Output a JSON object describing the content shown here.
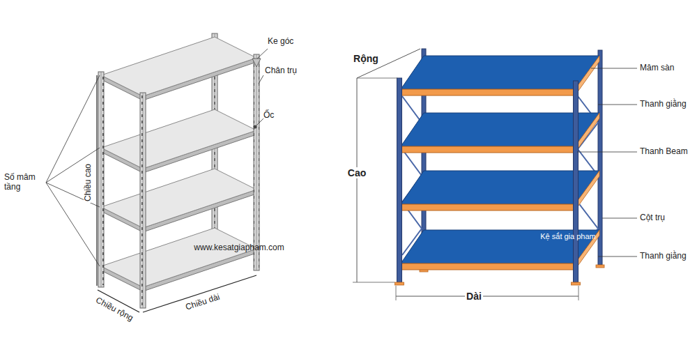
{
  "diagram": {
    "labels": [
      "Ke góc",
      "Chân trụ",
      "Ốc",
      "Số mâm tầng",
      "Chiều cao",
      "Chiều rộng",
      "Chiều dài",
      "www.kesatgiapham.com",
      "Rộng",
      "Cao",
      "Dài",
      "Mâm sàn",
      "Thanh giằng",
      "Thanh Beam",
      "Cột trụ",
      "Kệ sắt gia pham",
      "Thanh giằng"
    ]
  }
}
